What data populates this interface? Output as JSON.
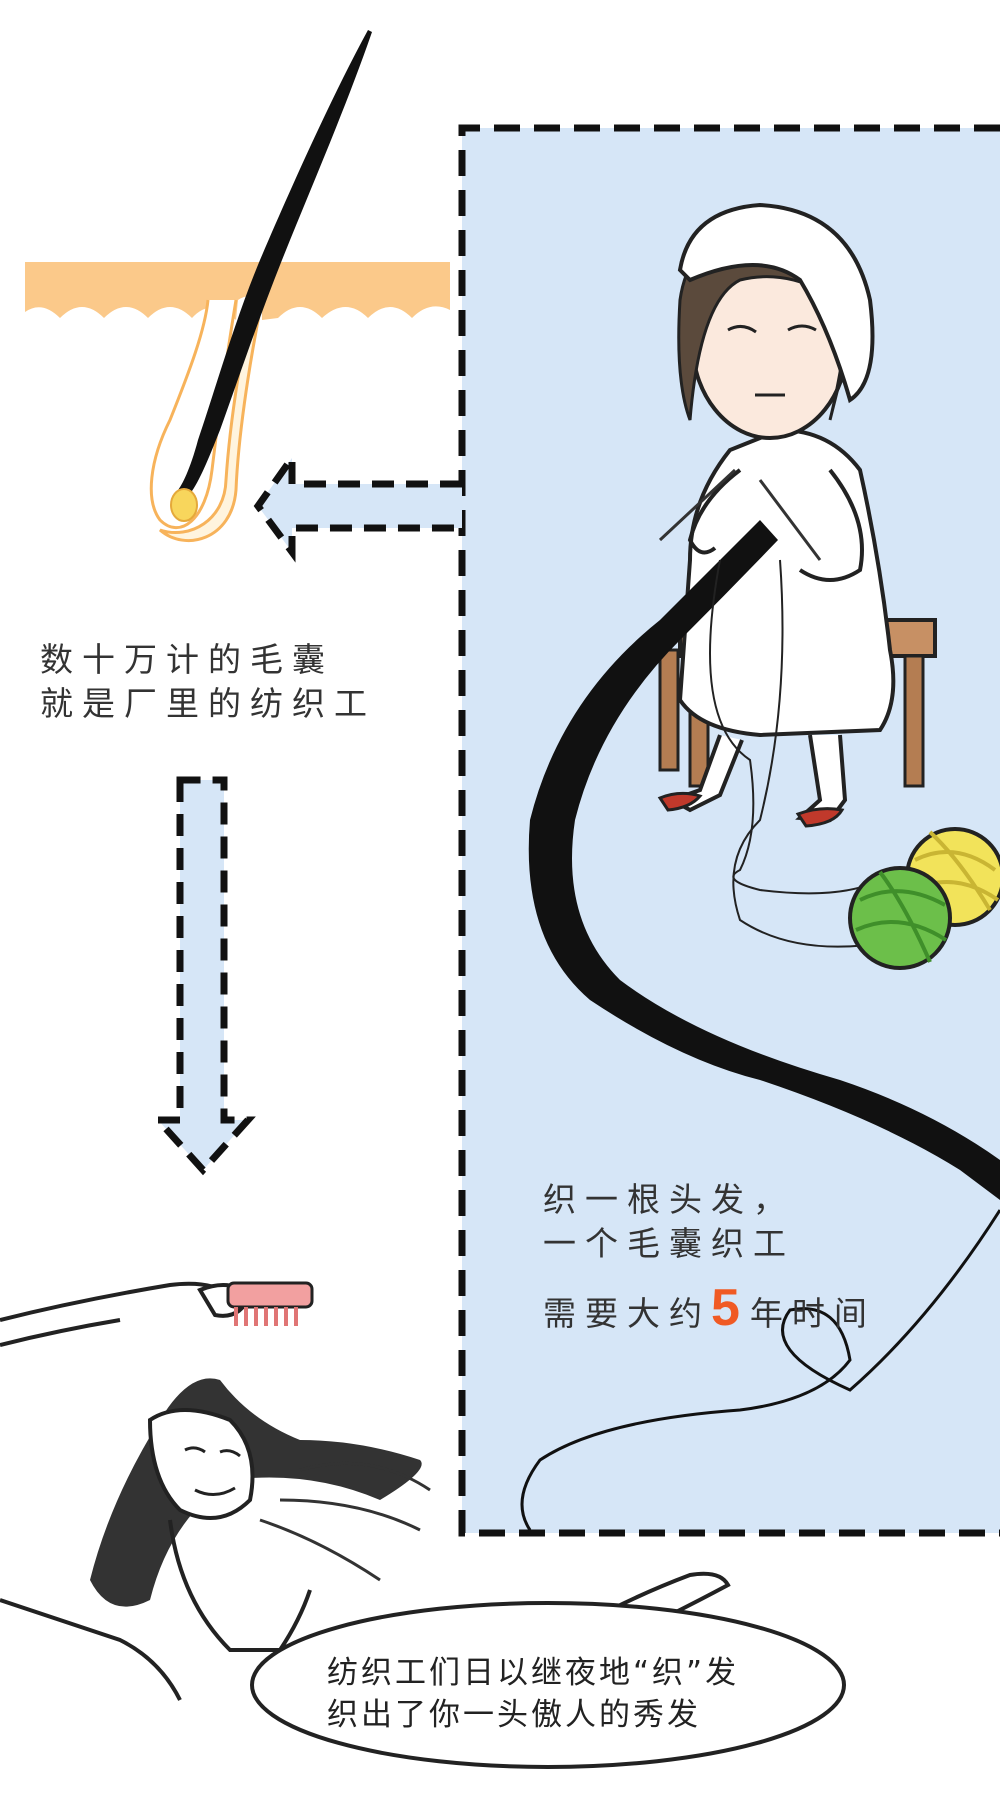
{
  "captions": {
    "follicle": {
      "line1": "数十万计的毛囊",
      "line2": "就是厂里的纺织工"
    },
    "weaving": {
      "line1": "织一根头发，",
      "line2": "一个毛囊织工",
      "line3_before": "需要大约",
      "number": "5",
      "line3_after": "年时间"
    },
    "bubble": {
      "line1": "纺织工们日以继夜地“织”发",
      "line2": "织出了你一头傲人的秀发"
    }
  },
  "colors": {
    "panel_blue": "#d6e6f7",
    "skin_band": "#fbc98a",
    "accent_number": "#f05a24",
    "yarn_yellow": "#f2e35a",
    "yarn_green": "#6cbf4a",
    "comb_pink": "#f2a0a0",
    "stool_brown": "#c79064",
    "shoe_red": "#c0392b"
  },
  "icons": [
    "hair-follicle-illustration",
    "knitting-woman-illustration",
    "yarn-ball-icon",
    "comb-icon",
    "dashed-arrow-left",
    "dashed-arrow-down",
    "speech-bubble"
  ]
}
